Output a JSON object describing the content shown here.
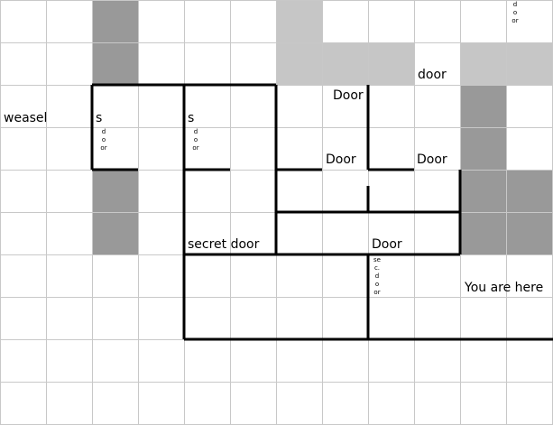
{
  "map": {
    "colors": {
      "grid": "#c8c8c8",
      "dark": "#999999",
      "light": "#c6c6c6",
      "wall": "#000000"
    },
    "labels": {
      "weasel": "weasel",
      "s1": "s",
      "s2": "s",
      "door_top": "door",
      "door_a": "Door",
      "door_b": "Door",
      "door_c": "Door",
      "door_d": "Door",
      "secret_door": "secret door",
      "you_are_here": "You are here"
    },
    "vertical_labels": {
      "top_right": "door",
      "s1_sub": "door",
      "s2_sub": "door",
      "sec_door": "sec.door"
    }
  }
}
